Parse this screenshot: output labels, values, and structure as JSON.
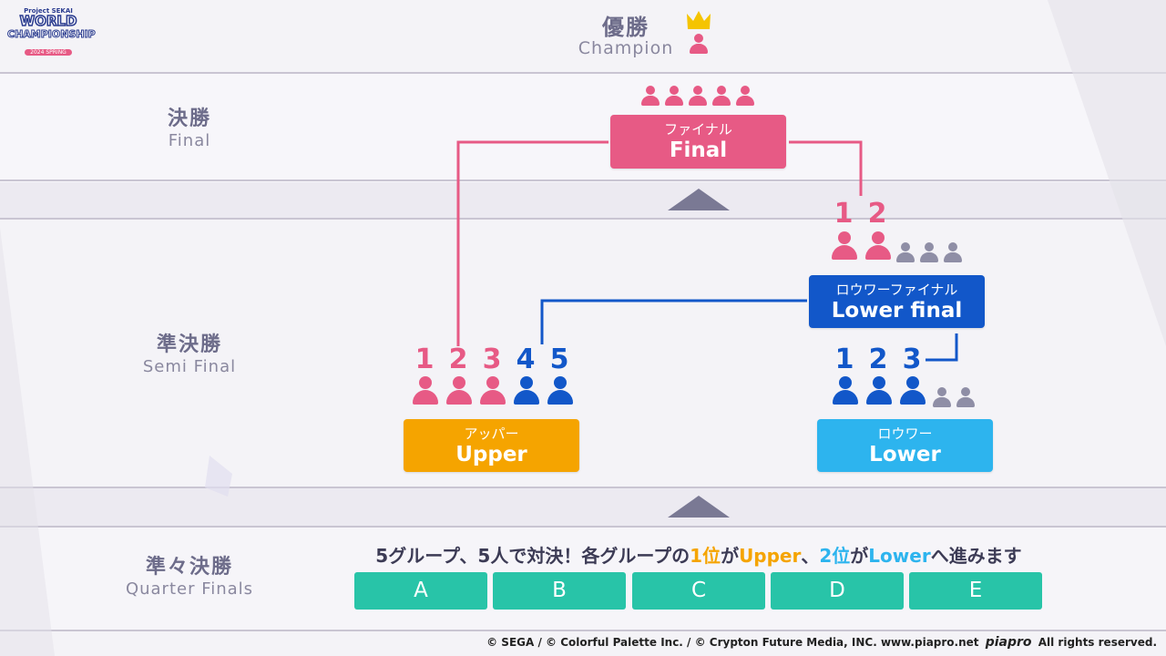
{
  "logo": {
    "small": "Project SEKAI",
    "line1": "WORLD",
    "line2": "CHAMPIONSHIP",
    "date": "2024 SPRING"
  },
  "champion": {
    "jp": "優勝",
    "en": "Champion",
    "crown_icon": "crown-icon"
  },
  "stages": {
    "final": {
      "jp": "決勝",
      "en": "Final"
    },
    "semi": {
      "jp": "準決勝",
      "en": "Semi Final"
    },
    "quarter": {
      "jp": "準々決勝",
      "en": "Quarter Finals"
    }
  },
  "boxes": {
    "final": {
      "jp": "ファイナル",
      "en": "Final",
      "color": "#e75a85"
    },
    "lower_final": {
      "jp": "ロウワーファイナル",
      "en": "Lower final",
      "color": "#1257c9"
    },
    "upper": {
      "jp": "アッパー",
      "en": "Upper",
      "color": "#f5a400"
    },
    "lower": {
      "jp": "ロウワー",
      "en": "Lower",
      "color": "#2db4ee"
    }
  },
  "upper_ranks": [
    "1",
    "2",
    "3",
    "4",
    "5"
  ],
  "lower_final_ranks": [
    "1",
    "2"
  ],
  "lower_ranks": [
    "1",
    "2",
    "3"
  ],
  "notice": {
    "part1": "5グループ、5人で対決！各グループの",
    "rank1": "1位",
    "part2": "が",
    "upper": "Upper",
    "part3": "、",
    "rank2": "2位",
    "part4": "が",
    "lower": "Lower",
    "part5": "へ進みます"
  },
  "groups": [
    "A",
    "B",
    "C",
    "D",
    "E"
  ],
  "colors": {
    "pink": "#e75a85",
    "blue": "#1257c9",
    "gray_person": "#8f8ea6",
    "teal": "#28c4a8",
    "orange": "#f5a400",
    "light_blue": "#2db4ee"
  },
  "footer": {
    "copyright": "© SEGA / © Colorful Palette Inc. / © Crypton Future Media, INC. www.piapro.net",
    "piapro_logo": "piapro",
    "rights": "All rights reserved."
  }
}
